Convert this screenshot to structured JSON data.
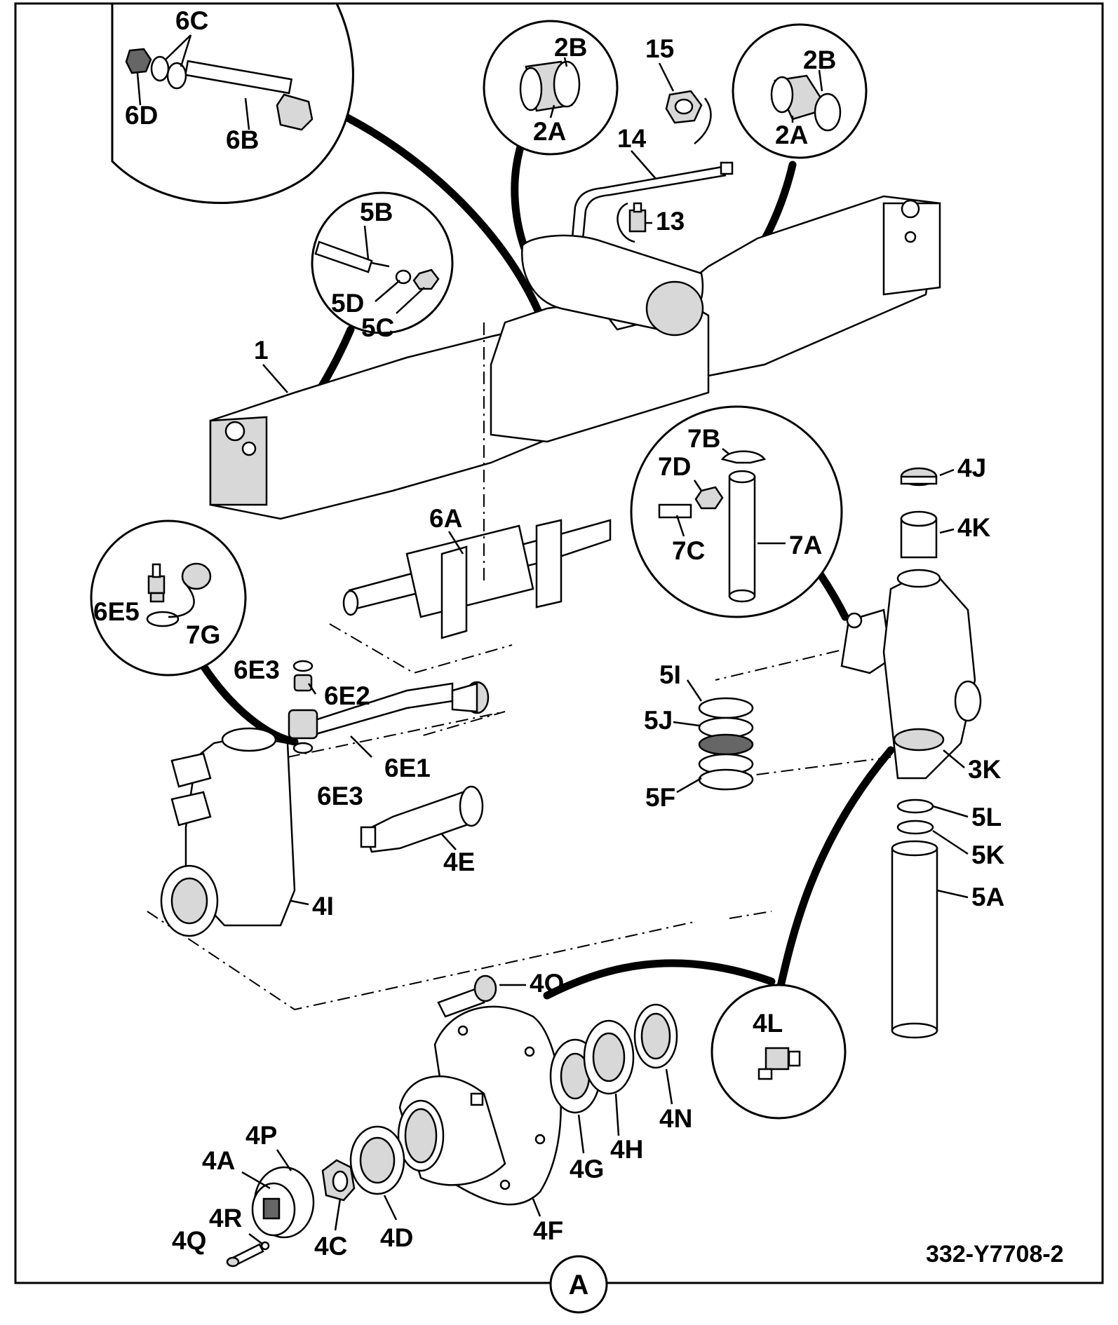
{
  "drawing_reference": "332-Y7708-2",
  "view_marker": "A",
  "labels": {
    "p1": "1",
    "p2A_left": "2A",
    "p2B_left": "2B",
    "p2A_right": "2A",
    "p2B_right": "2B",
    "p3K": "3K",
    "p4A": "4A",
    "p4C": "4C",
    "p4D": "4D",
    "p4E": "4E",
    "p4F": "4F",
    "p4G": "4G",
    "p4H": "4H",
    "p4I": "4I",
    "p4J": "4J",
    "p4K": "4K",
    "p4L": "4L",
    "p4N": "4N",
    "p4O": "4O",
    "p4P": "4P",
    "p4Q": "4Q",
    "p4R": "4R",
    "p5A": "5A",
    "p5B": "5B",
    "p5C": "5C",
    "p5D": "5D",
    "p5F": "5F",
    "p5I": "5I",
    "p5J": "5J",
    "p5K": "5K",
    "p5L": "5L",
    "p6A": "6A",
    "p6B": "6B",
    "p6C": "6C",
    "p6D": "6D",
    "p6E1": "6E1",
    "p6E2": "6E2",
    "p6E3_top": "6E3",
    "p6E3_bottom": "6E3",
    "p6E5": "6E5",
    "p7A": "7A",
    "p7B": "7B",
    "p7C": "7C",
    "p7D": "7D",
    "p7G": "7G",
    "p13": "13",
    "p14": "14",
    "p15": "15"
  }
}
